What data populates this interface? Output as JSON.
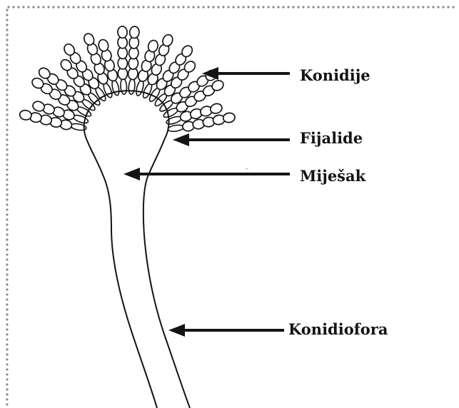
{
  "labels": {
    "konidije": "Konidije",
    "fijalide": "Fijalide",
    "mijesak": "Miješak",
    "konidiofora": "Konidiofora"
  },
  "colors": {
    "ink": "#141414",
    "border_dots": "#8a8a8a",
    "background": "#ffffff"
  }
}
